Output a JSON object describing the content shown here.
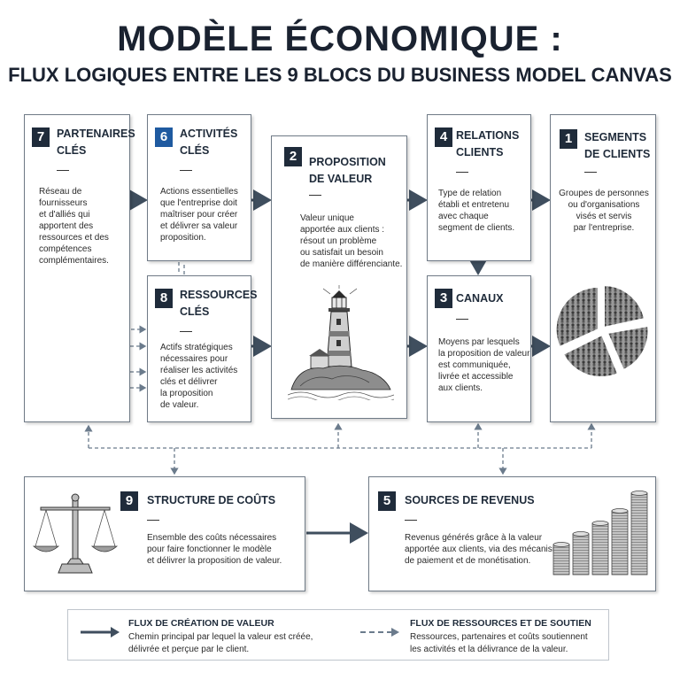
{
  "header": {
    "title": "MODÈLE ÉCONOMIQUE :",
    "subtitle": "FLUX LOGIQUES ENTRE LES 9 BLOCS DU BUSINESS MODEL CANVAS"
  },
  "blocks": {
    "partenaires": {
      "num": "7",
      "title_1": "PARTENAIRES",
      "title_2": "CLÉS",
      "desc": [
        "Réseau de fournisseurs",
        "et d'alliés qui",
        "apportent des",
        "ressources et des",
        "compétences",
        "complémentaires."
      ]
    },
    "activites": {
      "num": "6",
      "title_1": "ACTIVITÉS",
      "title_2": "CLÉS",
      "desc": [
        "Actions essentielles",
        "que l'entreprise doit",
        "maîtriser pour créer",
        "et délivrer sa valeur",
        "proposition."
      ]
    },
    "ressources": {
      "num": "8",
      "title_1": "RESSOURCES",
      "title_2": "CLÉS",
      "desc": [
        "Actifs stratégiques",
        "nécessaires pour",
        "réaliser les activités",
        "clés et délivrer",
        "la proposition",
        "de valeur."
      ]
    },
    "proposition": {
      "num": "2",
      "title_1": "PROPOSITION",
      "title_2": "DE VALEUR",
      "desc": [
        "Valeur unique",
        "apportée aux clients :",
        "résout un problème",
        "ou satisfait un besoin",
        "de manière différenciante."
      ]
    },
    "relations": {
      "num": "4",
      "title_1": "RELATIONS",
      "title_2": "CLIENTS",
      "desc": [
        "Type de relation",
        "établi et entretenu",
        "avec chaque",
        "segment de clients."
      ]
    },
    "canaux": {
      "num": "3",
      "title_1": "CANAUX",
      "desc": [
        "Moyens par lesquels",
        "la proposition de valeur",
        "est communiquée,",
        "livrée et accessible",
        "aux clients."
      ]
    },
    "segments": {
      "num": "1",
      "title_1": "SEGMENTS",
      "title_2": "DE CLIENTS",
      "desc": [
        "Groupes de personnes",
        "ou d'organisations",
        "visés et servis",
        "par l'entreprise."
      ]
    },
    "couts": {
      "num": "9",
      "title_1": "STRUCTURE DE COÛTS",
      "desc": [
        "Ensemble des coûts nécessaires",
        "pour faire fonctionner le modèle",
        "et délivrer la proposition de valeur."
      ]
    },
    "revenus": {
      "num": "5",
      "title_1": "SOURCES DE REVENUS",
      "desc": [
        "Revenus générés grâce à la valeur",
        "apportée aux clients, via des mécanismes",
        "de paiement et de monétisation."
      ]
    }
  },
  "legend": {
    "creation_title": "FLUX DE CRÉATION DE VALEUR",
    "creation_desc": [
      "Chemin principal par lequel la valeur est créée,",
      "délivrée et perçue par le client."
    ],
    "soutien_title": "FLUX DE RESSOURCES ET DE SOUTIEN",
    "soutien_desc": [
      "Ressources, partenaires et coûts soutiennent",
      "les activités et la délivrance de la valeur."
    ]
  },
  "colors": {
    "navy": "#1f2b3a",
    "blue_badge": "#1f5aa0",
    "arrow": "#3f4e5e",
    "dashed": "#6b7b8c"
  },
  "icons": [
    "lighthouse-illustration",
    "crowd-pie-illustration",
    "balance-scale-illustration",
    "coin-stacks-illustration"
  ]
}
